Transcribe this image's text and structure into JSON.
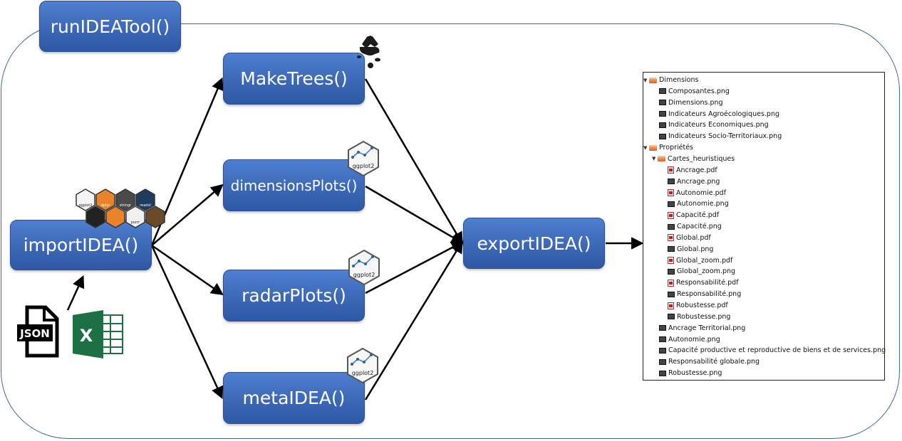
{
  "nodes": {
    "run": "runIDEATool()",
    "import": "importIDEA()",
    "make": "MakeTrees()",
    "dims": "dimensionsPlots()",
    "radar": "radarPlots()",
    "meta": "metaIDEA()",
    "export": "exportIDEA()"
  },
  "badges": {
    "ggplot": "ggplot2",
    "hex_labels": [
      "ggplot2",
      "dplyr",
      "stringr",
      "readxl",
      "",
      "",
      "purrr",
      ""
    ]
  },
  "input_icons": {
    "json": "JSON",
    "excel": "X"
  },
  "file_tree": [
    {
      "label": "Dimensions",
      "type": "folder",
      "depth": 0
    },
    {
      "label": "Composantes.png",
      "type": "image",
      "depth": 1
    },
    {
      "label": "Dimensions.png",
      "type": "image",
      "depth": 1
    },
    {
      "label": "Indicateurs Agroécologiques.png",
      "type": "image",
      "depth": 1
    },
    {
      "label": "Indicateurs Economiques.png",
      "type": "image",
      "depth": 1
    },
    {
      "label": "Indicateurs Socio-Territoriaux.png",
      "type": "image",
      "depth": 1
    },
    {
      "label": "Propriétés",
      "type": "folder",
      "depth": 0
    },
    {
      "label": "Cartes_heuristiques",
      "type": "folder",
      "depth": 1
    },
    {
      "label": "Ancrage.pdf",
      "type": "pdf",
      "depth": 2
    },
    {
      "label": "Ancrage.png",
      "type": "image",
      "depth": 2
    },
    {
      "label": "Autonomie.pdf",
      "type": "pdf",
      "depth": 2
    },
    {
      "label": "Autonomie.png",
      "type": "image",
      "depth": 2
    },
    {
      "label": "Capacité.pdf",
      "type": "pdf",
      "depth": 2
    },
    {
      "label": "Capacité.png",
      "type": "image",
      "depth": 2
    },
    {
      "label": "Global.pdf",
      "type": "pdf",
      "depth": 2
    },
    {
      "label": "Global.png",
      "type": "image",
      "depth": 2
    },
    {
      "label": "Global_zoom.pdf",
      "type": "pdf",
      "depth": 2
    },
    {
      "label": "Global_zoom.png",
      "type": "image",
      "depth": 2
    },
    {
      "label": "Responsabilité.pdf",
      "type": "pdf",
      "depth": 2
    },
    {
      "label": "Responsabilité.png",
      "type": "image",
      "depth": 2
    },
    {
      "label": "Robustesse.pdf",
      "type": "pdf",
      "depth": 2
    },
    {
      "label": "Robustesse.png",
      "type": "image",
      "depth": 2
    },
    {
      "label": "Ancrage Territorial.png",
      "type": "image",
      "depth": 1
    },
    {
      "label": "Autonomie.png",
      "type": "image",
      "depth": 1
    },
    {
      "label": "Capacité productive et reproductive de biens et de services.png",
      "type": "image",
      "depth": 1
    },
    {
      "label": "Responsabilité globale.png",
      "type": "image",
      "depth": 1
    },
    {
      "label": "Robustesse.png",
      "type": "image",
      "depth": 1
    }
  ],
  "colors": {
    "node": "#3a66b4",
    "frame": "#3a6b94",
    "excel": "#1d7044",
    "hex_colors": [
      "#f4f4f4",
      "#e8832a",
      "#4a4a4a",
      "#1f3b5e",
      "#222222",
      "#e8832a",
      "#f0f0f0",
      "#6b4a2a"
    ]
  }
}
